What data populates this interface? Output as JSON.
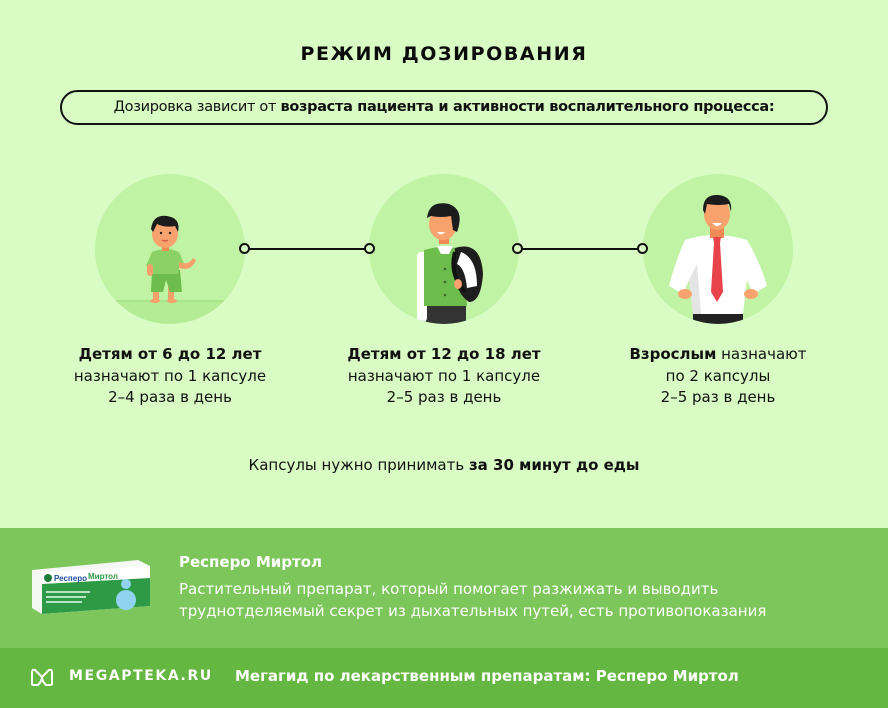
{
  "header": {
    "title": "РЕЖИМ ДОЗИРОВАНИЯ"
  },
  "intro": {
    "prefix": "Дозировка зависит от ",
    "emphasis": "возраста пациента и активности воспалительного процесса:"
  },
  "groups": [
    {
      "illustration": "child-icon",
      "bold": "Детям от 6 до 12 лет",
      "rest_line1": "",
      "line2": "назначают по 1 капсуле",
      "line3": "2–4 раза в день"
    },
    {
      "illustration": "teen-with-backpack-icon",
      "bold": "Детям от 12 до 18 лет",
      "rest_line1": "",
      "line2": "назначают по 1 капсуле",
      "line3": "2–5 раз в день"
    },
    {
      "illustration": "adult-man-icon",
      "bold": "Взрослым",
      "rest_line1": " назначают",
      "line2": "по 2 капсулы",
      "line3": "2–5 раз в день"
    }
  ],
  "note": {
    "prefix": "Капсулы нужно принимать ",
    "emphasis": "за 30 минут до еды"
  },
  "product": {
    "name": "Респеро Миртол",
    "description": "Растительный препарат, который помогает разжижать и выводить труднотделяемый секрет из дыхательных путей, есть противопоказания",
    "pack_label_1": "Респеро",
    "pack_label_2": "Миртол"
  },
  "footer": {
    "brand": "MEGAPTEKA.RU",
    "tagline": "Мегагид по лекарственным препаратам: Респеро Миртол"
  },
  "colors": {
    "background": "#d8fcc4",
    "circle": "#c0f4a4",
    "product_band": "#7dc65b",
    "footer_band": "#64b741",
    "tie": "#e8434a"
  }
}
